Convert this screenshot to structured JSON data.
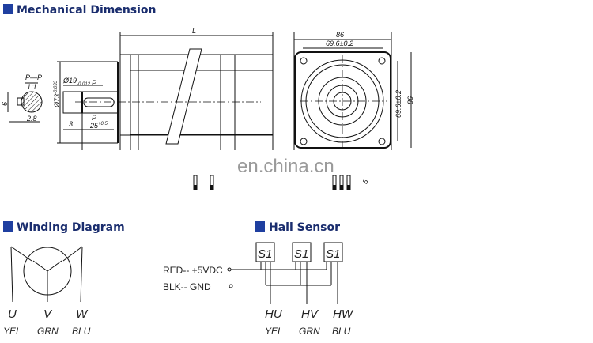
{
  "sections": {
    "mechanical": "Mechanical Dimension",
    "winding": "Winding Diagram",
    "hall": "Hall Sensor"
  },
  "colors": {
    "heading": "#1a2d6e",
    "bullet": "#1f3fa0"
  },
  "mechanical": {
    "length": "L",
    "section_label": "P—P",
    "section_scale": "1:1",
    "key_height": "6",
    "key_depth": "2.8",
    "shaft_dia": "Ø19",
    "shaft_tol": "-0.012",
    "shaft_tol_top": "0",
    "section_mark": "P",
    "pilot_dia": "Ø73",
    "pilot_tol": "-0.033",
    "pilot_tol_top": "0",
    "key_offset": "3",
    "key_len": "25",
    "key_len_tol": "+0.5",
    "key_len_tol_bottom": "0",
    "flange_width": "86",
    "hole_spacing": "69.6±0.2",
    "flange_height": "86",
    "hole_spacing_v": "69.6±0.2",
    "lead_dim": "5"
  },
  "watermark": "en.china.cn",
  "winding": {
    "phases": [
      {
        "name": "U",
        "color": "YEL"
      },
      {
        "name": "V",
        "color": "GRN"
      },
      {
        "name": "W",
        "color": "BLU"
      }
    ]
  },
  "hall": {
    "sensor_label": "S1",
    "power": "RED-- +5VDC",
    "ground": "BLK-- GND",
    "outputs": [
      {
        "name": "HU",
        "color": "YEL"
      },
      {
        "name": "HV",
        "color": "GRN"
      },
      {
        "name": "HW",
        "color": "BLU"
      }
    ]
  }
}
